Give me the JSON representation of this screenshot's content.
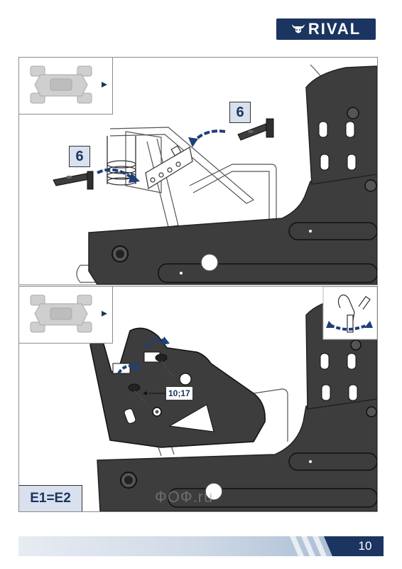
{
  "brand": {
    "name": "RIVAL",
    "color": "#1b3560"
  },
  "step1": {
    "part_number_left": "6",
    "part_number_right": "6"
  },
  "step2": {
    "bolt_callout": "10;17",
    "reference": "E1=E2"
  },
  "watermark": "ФОФ.ru",
  "footer": {
    "page_number": "10"
  },
  "colors": {
    "accent": "#1b3560",
    "label_fill": "#d9e0ee",
    "metal": "#3d3d3d",
    "arrow": "#1e3f7a"
  },
  "icons": [
    "atv-top-view-icon",
    "direction-arrow-icon",
    "rotate-arrow-icon",
    "hand-tool-icon"
  ]
}
